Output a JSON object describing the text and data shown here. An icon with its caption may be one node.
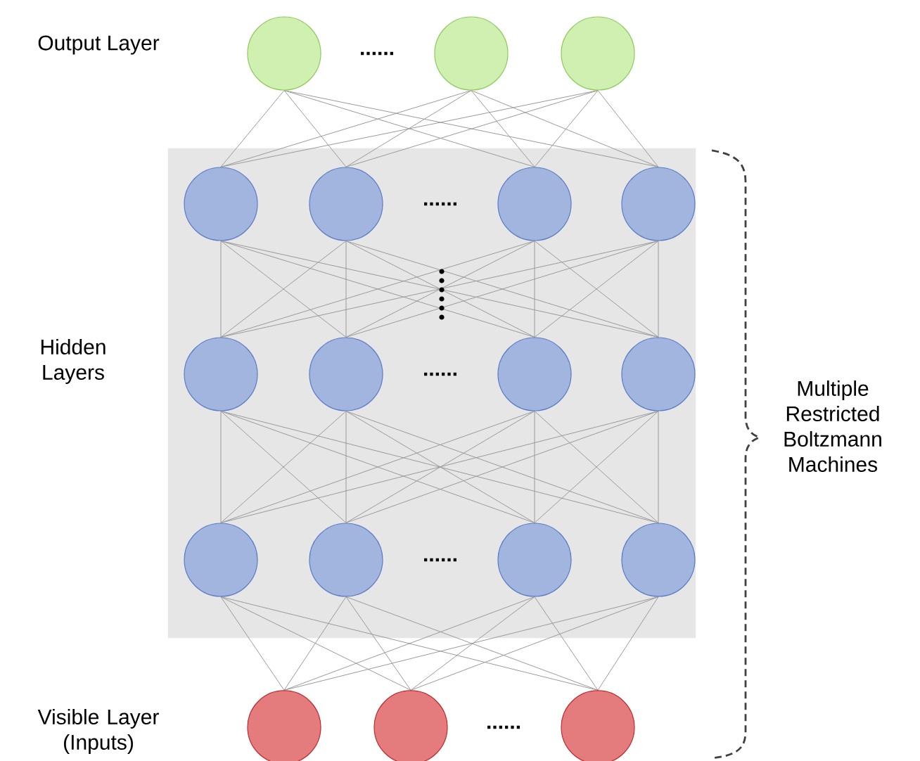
{
  "diagram": {
    "nodes": [
      {
        "text": [],
        "shape": "circle"
      },
      {
        "text": [],
        "shape": "circle"
      },
      {
        "text": [],
        "shape": "circle"
      },
      {
        "text": [],
        "shape": "box"
      },
      {
        "text": [],
        "shape": "circle",
        "in": 3
      },
      {
        "text": [],
        "shape": "circle",
        "in": 3
      },
      {
        "text": [],
        "shape": "circle",
        "in": 3
      },
      {
        "text": [],
        "shape": "circle",
        "in": 3
      },
      {
        "text": [],
        "shape": "circle",
        "in": 3
      },
      {
        "text": [],
        "shape": "circle",
        "in": 3
      },
      {
        "text": [],
        "shape": "circle",
        "in": 3
      },
      {
        "text": [],
        "shape": "circle",
        "in": 3
      },
      {
        "text": [],
        "shape": "circle",
        "in": 3
      },
      {
        "text": [],
        "shape": "circle",
        "in": 3
      },
      {
        "text": [],
        "shape": "circle",
        "in": 3
      },
      {
        "text": [],
        "shape": "circle",
        "in": 3
      },
      {
        "text": [],
        "shape": "circle"
      },
      {
        "text": [],
        "shape": "circle"
      },
      {
        "text": [],
        "shape": "circle"
      }
    ],
    "edges": [
      {
        "from": 0,
        "to": 4,
        "arrow": "none"
      },
      {
        "from": 0,
        "to": 5,
        "arrow": "none"
      },
      {
        "from": 0,
        "to": 6,
        "arrow": "none"
      },
      {
        "from": 0,
        "to": 7,
        "arrow": "none"
      },
      {
        "from": 1,
        "to": 4,
        "arrow": "none"
      },
      {
        "from": 1,
        "to": 5,
        "arrow": "none"
      },
      {
        "from": 1,
        "to": 6,
        "arrow": "none"
      },
      {
        "from": 1,
        "to": 7,
        "arrow": "none"
      },
      {
        "from": 2,
        "to": 4,
        "arrow": "none"
      },
      {
        "from": 2,
        "to": 5,
        "arrow": "none"
      },
      {
        "from": 2,
        "to": 6,
        "arrow": "none"
      },
      {
        "from": 2,
        "to": 7,
        "arrow": "none"
      },
      {
        "from": 4,
        "to": 8,
        "arrow": "none"
      },
      {
        "from": 4,
        "to": 9,
        "arrow": "none"
      },
      {
        "from": 4,
        "to": 10,
        "arrow": "none"
      },
      {
        "from": 4,
        "to": 11,
        "arrow": "none"
      },
      {
        "from": 5,
        "to": 8,
        "arrow": "none"
      },
      {
        "from": 5,
        "to": 9,
        "arrow": "none"
      },
      {
        "from": 5,
        "to": 10,
        "arrow": "none"
      },
      {
        "from": 5,
        "to": 11,
        "arrow": "none"
      },
      {
        "from": 6,
        "to": 8,
        "arrow": "none"
      },
      {
        "from": 6,
        "to": 9,
        "arrow": "none"
      },
      {
        "from": 6,
        "to": 10,
        "arrow": "none"
      },
      {
        "from": 6,
        "to": 11,
        "arrow": "none"
      },
      {
        "from": 7,
        "to": 8,
        "arrow": "none"
      },
      {
        "from": 7,
        "to": 9,
        "arrow": "none"
      },
      {
        "from": 7,
        "to": 10,
        "arrow": "none"
      },
      {
        "from": 7,
        "to": 11,
        "arrow": "none"
      },
      {
        "from": 8,
        "to": 12,
        "arrow": "none"
      },
      {
        "from": 8,
        "to": 13,
        "arrow": "none"
      },
      {
        "from": 8,
        "to": 14,
        "arrow": "none"
      },
      {
        "from": 8,
        "to": 15,
        "arrow": "none"
      },
      {
        "from": 9,
        "to": 12,
        "arrow": "none"
      },
      {
        "from": 9,
        "to": 13,
        "arrow": "none"
      },
      {
        "from": 9,
        "to": 14,
        "arrow": "none"
      },
      {
        "from": 9,
        "to": 15,
        "arrow": "none"
      },
      {
        "from": 10,
        "to": 12,
        "arrow": "none"
      },
      {
        "from": 10,
        "to": 13,
        "arrow": "none"
      },
      {
        "from": 10,
        "to": 14,
        "arrow": "none"
      },
      {
        "from": 10,
        "to": 15,
        "arrow": "none"
      },
      {
        "from": 11,
        "to": 12,
        "arrow": "none"
      },
      {
        "from": 11,
        "to": 13,
        "arrow": "none"
      },
      {
        "from": 11,
        "to": 14,
        "arrow": "none"
      },
      {
        "from": 11,
        "to": 15,
        "arrow": "none"
      },
      {
        "from": 12,
        "to": 16,
        "arrow": "none"
      },
      {
        "from": 12,
        "to": 17,
        "arrow": "none"
      },
      {
        "from": 12,
        "to": 18,
        "arrow": "none"
      },
      {
        "from": 13,
        "to": 16,
        "arrow": "none"
      },
      {
        "from": 13,
        "to": 17,
        "arrow": "none"
      },
      {
        "from": 13,
        "to": 18,
        "arrow": "none"
      },
      {
        "from": 14,
        "to": 16,
        "arrow": "none"
      },
      {
        "from": 14,
        "to": 17,
        "arrow": "none"
      },
      {
        "from": 14,
        "to": 18,
        "arrow": "none"
      },
      {
        "from": 15,
        "to": 16,
        "arrow": "none"
      },
      {
        "from": 15,
        "to": 17,
        "arrow": "none"
      },
      {
        "from": 15,
        "to": 18,
        "arrow": "none"
      }
    ],
    "labels": [
      "Output Layer",
      "......",
      "......",
      "Hidden Layers",
      "......",
      "Multiple Restricted Boltzmann Machines",
      "......",
      "Visible Layer (Inputs)",
      "......"
    ]
  }
}
